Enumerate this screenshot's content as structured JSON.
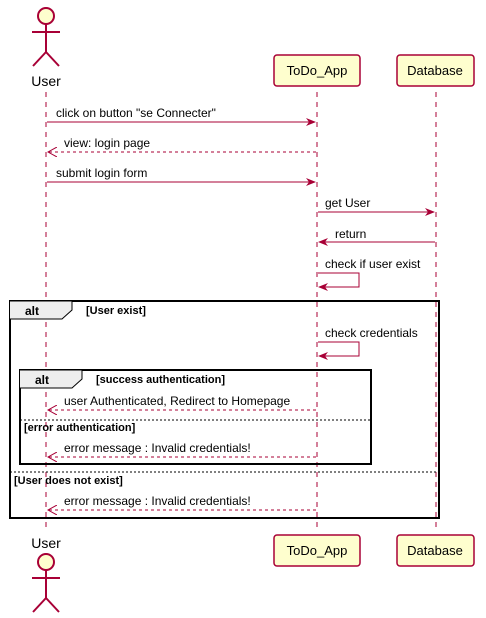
{
  "colors": {
    "arrow": "#A80036",
    "box_fill": "#FEFECE",
    "box_stroke": "#A80036",
    "fragment_stroke": "#000000"
  },
  "participants": {
    "user": {
      "label": "User",
      "icon": "stick-figure-actor-icon"
    },
    "todo": {
      "label": "ToDo_App"
    },
    "db": {
      "label": "Database"
    }
  },
  "messages": {
    "m1": "click on button \"se Connecter\"",
    "m2": "view: login page",
    "m3": "submit login form",
    "m4": "get User",
    "m5": "return",
    "m6": "check if user exist",
    "m7": "check credentials",
    "m8": "user Authenticated, Redirect to Homepage",
    "m9": "error message : Invalid credentials!",
    "m10": "error message : Invalid credentials!"
  },
  "fragments": {
    "outer": {
      "keyword": "alt",
      "guard": "[User exist]",
      "else_guard": "[User does not exist]"
    },
    "inner": {
      "keyword": "alt",
      "guard": "[success authentication]",
      "else_guard": "[error authentication]"
    }
  }
}
